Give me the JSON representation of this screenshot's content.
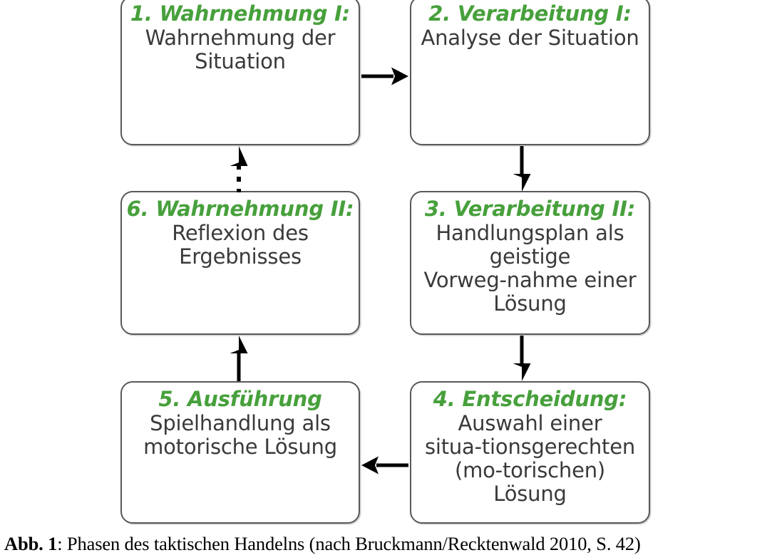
{
  "figure": {
    "accent_color": "#47a03c",
    "text_color": "#3a3a3a",
    "border_color": "#58595b",
    "nodes": [
      {
        "id": "node-1",
        "title": "1. Wahrnehmung I:",
        "body": "Wahrnehmung der Situation"
      },
      {
        "id": "node-2",
        "title": "2. Verarbeitung I:",
        "body": "Analyse der Situation"
      },
      {
        "id": "node-3",
        "title": "3. Verarbeitung II:",
        "body": "Handlungsplan als geistige Vorweg‑nahme einer Lösung"
      },
      {
        "id": "node-4",
        "title": "4. Entscheidung:",
        "body": "Auswahl einer situa‑tionsgerechten (mo‑torischen) Lösung"
      },
      {
        "id": "node-5",
        "title": "5. Ausführung",
        "body": "Spielhandlung als motorische Lösung"
      },
      {
        "id": "node-6",
        "title": "6. Wahrnehmung II:",
        "body": "Reflexion des Ergebnisses"
      }
    ],
    "arrows": [
      {
        "id": "arrow-1-2",
        "from": "1. Wahrnehmung I:",
        "to": "2. Verarbeitung I:",
        "direction": "right",
        "style": "solid"
      },
      {
        "id": "arrow-2-3",
        "from": "2. Verarbeitung I:",
        "to": "3. Verarbeitung II:",
        "direction": "down",
        "style": "solid"
      },
      {
        "id": "arrow-3-4",
        "from": "3. Verarbeitung II:",
        "to": "4. Entscheidung:",
        "direction": "down",
        "style": "solid"
      },
      {
        "id": "arrow-4-5",
        "from": "4. Entscheidung:",
        "to": "5. Ausführung",
        "direction": "left",
        "style": "solid"
      },
      {
        "id": "arrow-5-6",
        "from": "5. Ausführung",
        "to": "6. Wahrnehmung II:",
        "direction": "up",
        "style": "solid"
      },
      {
        "id": "arrow-6-1",
        "from": "6. Wahrnehmung II:",
        "to": "1. Wahrnehmung I:",
        "direction": "up",
        "style": "dotted"
      }
    ]
  },
  "caption": {
    "lead": "Abb. 1",
    "rest": ": Phasen des taktischen Handelns (nach Bruckmann/Recktenwald 2010, S. 42)"
  }
}
